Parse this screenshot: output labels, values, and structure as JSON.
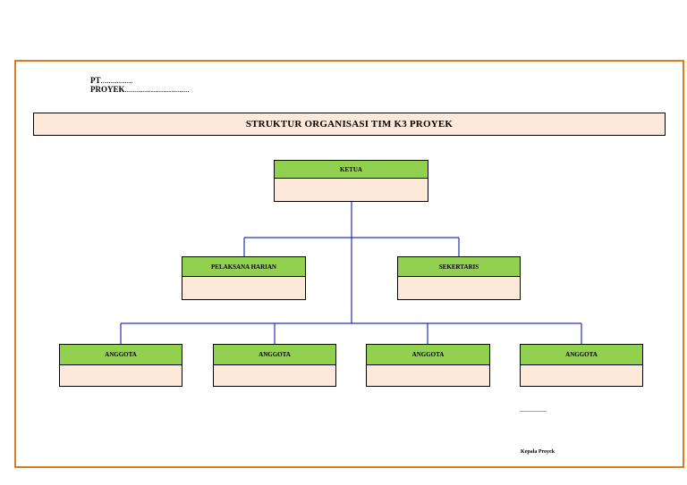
{
  "header": {
    "pt_label": "PT",
    "pt_dots": "................",
    "proyek_label": "PROYEK",
    "proyek_dots": "................................"
  },
  "title": "STRUKTUR  ORGANISASI TIM K3 PROYEK",
  "org": {
    "ketua": "KETUA",
    "pelaksana": "PELAKSANA HARIAN",
    "sekertaris": "SEKERTARIS",
    "anggota": [
      "ANGGOTA",
      "ANGGOTA",
      "ANGGOTA",
      "ANGGOTA"
    ]
  },
  "signature": {
    "dots": "...............",
    "role": "Kepala Proyek"
  },
  "colors": {
    "frame": "#e07a1f",
    "box_header": "#92d050",
    "box_body": "#fde9d9",
    "connector": "#2030b8"
  }
}
